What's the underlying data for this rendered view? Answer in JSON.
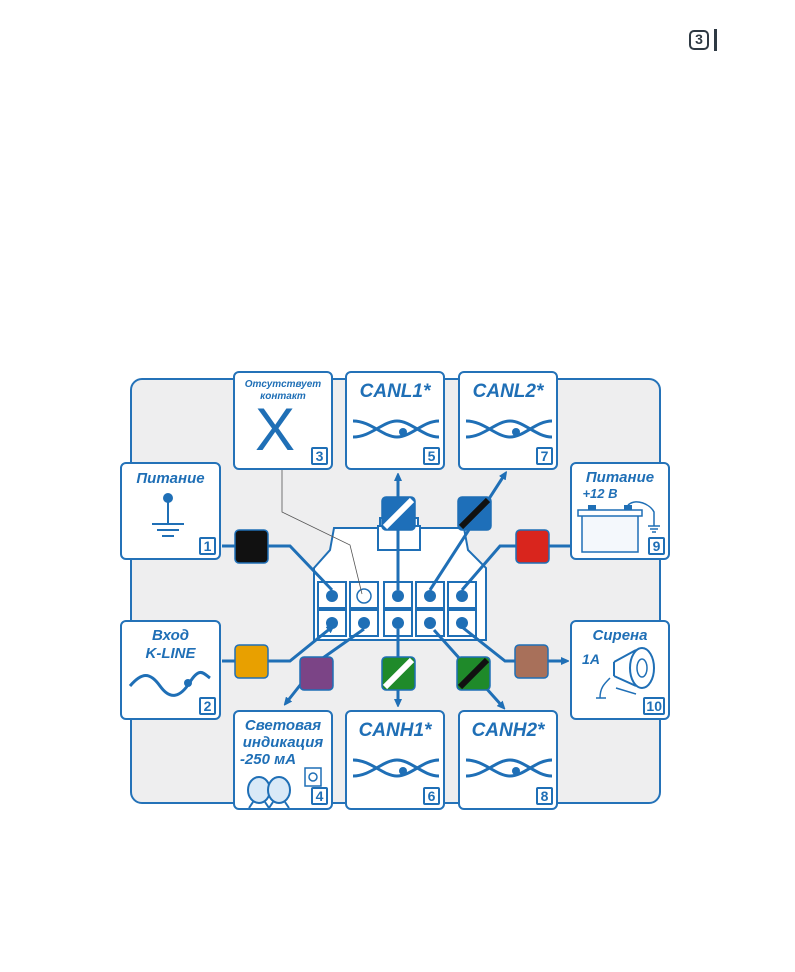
{
  "page_number": "3",
  "colors": {
    "accent": "#2472b8",
    "panel_bg": "#eeeeef",
    "wire_black": "#111111",
    "wire_red": "#d9251d",
    "wire_orange": "#e8a000",
    "wire_violet": "#7b4486",
    "wire_brown": "#a8705a",
    "wire_blue": "#1e6fb9",
    "wire_green": "#1f8a2a"
  },
  "terminals": [
    {
      "number": "1",
      "title": "Питание",
      "wire": "black",
      "icon": "ground-icon"
    },
    {
      "number": "2",
      "title": "Вход K-LINE",
      "wire": "orange",
      "icon": "kline-wave-icon"
    },
    {
      "number": "3",
      "title": "Отсутствует контакт",
      "symbol": "X",
      "wire": "none"
    },
    {
      "number": "4",
      "title": "Световая индикация -250 мА",
      "wire": "violet",
      "icon": "bulbs-icon"
    },
    {
      "number": "5",
      "title": "CANL1*",
      "wire": "blue-white",
      "icon": "twisted-pair-icon"
    },
    {
      "number": "6",
      "title": "CANH1*",
      "wire": "green-white",
      "icon": "twisted-pair-icon"
    },
    {
      "number": "7",
      "title": "CANL2*",
      "wire": "blue-black",
      "icon": "twisted-pair-icon"
    },
    {
      "number": "8",
      "title": "CANH2*",
      "wire": "green-black",
      "icon": "twisted-pair-icon"
    },
    {
      "number": "9",
      "title": "Питание +12 В",
      "wire": "red",
      "icon": "battery-icon"
    },
    {
      "number": "10",
      "title": "Сирена 1A",
      "wire": "brown",
      "icon": "siren-icon"
    }
  ],
  "labels": {
    "c1": "Питание",
    "c2a": "Вход",
    "c2b": "K-LINE",
    "c3a": "Отсутствует",
    "c3b": "контакт",
    "c3x": "X",
    "c4a": "Световая",
    "c4b": "индикация",
    "c4c": "-250 мА",
    "c5": "CANL1*",
    "c6": "CANH1*",
    "c7": "CANL2*",
    "c8": "CANH2*",
    "c9a": "Питание",
    "c9b": "+12 В",
    "c10a": "Сирена",
    "c10b": "1A"
  }
}
